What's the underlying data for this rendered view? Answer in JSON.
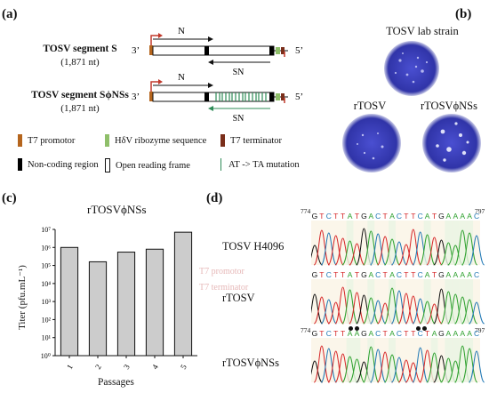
{
  "panels": {
    "a": "(a)",
    "b": "(b)",
    "c": "(c)",
    "d": "(d)"
  },
  "panel_a": {
    "segment_s": {
      "title": "TOSV segment S",
      "length": "(1,871 nt)"
    },
    "segment_snss": {
      "title": "TOSV segment SϕNSs",
      "length": "(1,871 nt)"
    },
    "three_prime": "3’",
    "five_prime": "5’",
    "n_label": "N",
    "sns_label": "SN",
    "sns_prefix": "S",
    "legend": {
      "t7_promotor": "T7 promotor",
      "hdv_ribozyme": "HδV ribozyme sequence",
      "t7_terminator": "T7 terminator",
      "noncoding": "Non-coding region",
      "orf": "Open reading frame",
      "mutation": "AT -> TA mutation"
    },
    "colors": {
      "t7_promotor": "#b5651d",
      "hdv_ribozyme": "#8fbf6a",
      "t7_terminator": "#7a2e1a",
      "noncoding": "#000000",
      "mutation": "#2e8b57",
      "promotor_arrow": "#c0392b"
    }
  },
  "panel_b": {
    "lab_strain": "TOSV lab strain",
    "rtosv": "rTOSV",
    "rtosv_nss": "rTOSVϕNSs",
    "plate_color": "#3b3fbf"
  },
  "panel_c": {
    "chart_data": {
      "type": "bar",
      "title": "rTOSVϕNSs",
      "xlabel": "Passages",
      "ylabel": "Titer (pfu.mL⁻¹)",
      "categories": [
        "1",
        "2",
        "3",
        "4",
        "5"
      ],
      "values": [
        1000000,
        160000,
        550000,
        800000,
        7000000
      ],
      "log_scale": true,
      "ylim": [
        1,
        10000000
      ],
      "yticks": [
        "10⁰",
        "10¹",
        "10²",
        "10³",
        "10⁴",
        "10⁵",
        "10⁶",
        "10⁷"
      ],
      "bar_color": "#cccccc"
    },
    "ghost_text_1": "T7 promotor",
    "ghost_text_2": "T7 terminator"
  },
  "panel_d": {
    "sequence": "GTCTTATGACTACTTCATGAAAAC",
    "sequence_mutant": "GTCTTAAGACTACTTCTAGAAAAC",
    "start_pos": "774",
    "end_pos": "797",
    "samples": [
      "TOSV H4096",
      "rTOSV",
      "rTOSVϕNSs"
    ],
    "trace_colors": {
      "A": "#2ca02c",
      "C": "#1f77b4",
      "G": "#111111",
      "T": "#d62728"
    }
  }
}
